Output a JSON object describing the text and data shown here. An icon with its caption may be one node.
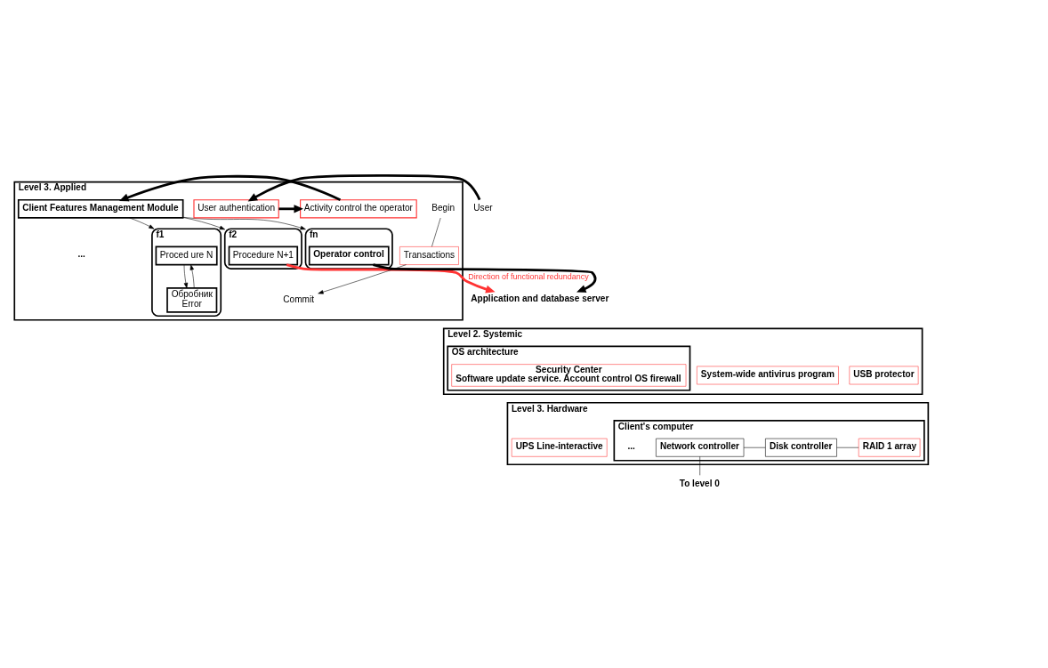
{
  "diagram": {
    "nodes": [
      {
        "text": [
          "Level 3. Applied"
        ]
      },
      {
        "text": [
          "Client Features Management Module"
        ],
        "in": 0
      },
      {
        "text": [
          "f1"
        ],
        "in": 0
      },
      {
        "text": [
          "Proced ure N"
        ],
        "in": 2
      },
      {
        "text": [
          "Обробник",
          "Error"
        ],
        "in": 2
      },
      {
        "text": [
          "f2"
        ],
        "in": 0
      },
      {
        "text": [
          "Procedure N+1"
        ],
        "in": 5
      },
      {
        "text": [
          "fn"
        ],
        "in": 0
      },
      {
        "text": [
          "Operator control"
        ],
        "in": 7
      },
      {
        "text": [
          "Activity control the operator"
        ],
        "in": 0
      },
      {
        "text": [
          "User authentication"
        ],
        "in": 0
      },
      {
        "text": [
          "Transactions"
        ],
        "in": 0
      },
      {
        "text": [
          "Begin"
        ],
        "in": 0
      },
      {
        "text": [
          "Commit"
        ],
        "in": 0
      },
      {
        "text": [
          "User"
        ]
      },
      {
        "text": [
          "Application and database server"
        ]
      },
      {
        "text": [
          "Level 2. Systemic"
        ]
      },
      {
        "text": [
          "OS architecture"
        ],
        "in": 16
      },
      {
        "text": [
          "Security Center",
          "Software update service. Account control OS firewall"
        ],
        "in": 17
      },
      {
        "text": [
          "System-wide antivirus program"
        ],
        "in": 16
      },
      {
        "text": [
          "USB protector"
        ],
        "in": 16
      },
      {
        "text": [
          "Level 3. Hardware"
        ]
      },
      {
        "text": [
          "UPS Line-interactive"
        ],
        "in": 21
      },
      {
        "text": [
          "Client's computer"
        ],
        "in": 21
      },
      {
        "text": [
          "Network controller"
        ],
        "in": 23
      },
      {
        "text": [
          "Disk controller"
        ],
        "in": 23
      },
      {
        "text": [
          "RAID 1 array"
        ],
        "in": 23
      },
      {
        "text": [
          "To level 0"
        ]
      }
    ],
    "edges": [
      {
        "from": 1,
        "to": 2,
        "arrow": "to"
      },
      {
        "from": 1,
        "to": 5,
        "arrow": "to"
      },
      {
        "from": 1,
        "to": 7,
        "arrow": "to"
      },
      {
        "from": 3,
        "to": 4,
        "arrow": "to"
      },
      {
        "from": 4,
        "to": 3,
        "arrow": "to"
      },
      {
        "from": 14,
        "to": 10,
        "arrow": "to",
        "style": "thick"
      },
      {
        "from": 10,
        "to": 9,
        "arrow": "to",
        "style": "thick"
      },
      {
        "from": 9,
        "to": 1,
        "arrow": "to",
        "style": "thick"
      },
      {
        "from": 8,
        "to": 15,
        "arrow": "to",
        "style": "thick"
      },
      {
        "from": 6,
        "to": 15,
        "arrow": "to",
        "label": "Direction of functional redundancy",
        "style": "thick",
        "color": "#ff3333"
      },
      {
        "from": 12,
        "to": 11,
        "arrow": "none"
      },
      {
        "from": 11,
        "to": 13,
        "arrow": "to"
      },
      {
        "from": 24,
        "to": 25,
        "arrow": "none"
      },
      {
        "from": 25,
        "to": 26,
        "arrow": "none"
      },
      {
        "from": 24,
        "to": 27,
        "arrow": "none"
      }
    ],
    "labels": [
      "...",
      "..."
    ]
  }
}
